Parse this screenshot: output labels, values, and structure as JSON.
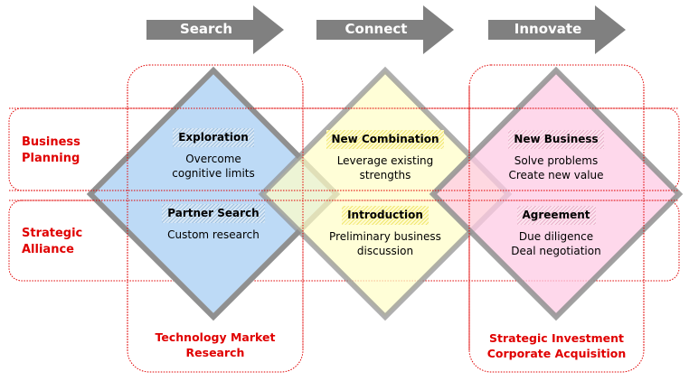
{
  "stages": [
    {
      "label": "Search"
    },
    {
      "label": "Connect"
    },
    {
      "label": "Innovate"
    }
  ],
  "rows": [
    {
      "label_line1": "Business",
      "label_line2": "Planning"
    },
    {
      "label_line1": "Strategic",
      "label_line2": "Alliance"
    }
  ],
  "diamonds": [
    {
      "color": "#bddaf6",
      "top": {
        "title": "Exploration",
        "desc_line1": "Overcome",
        "desc_line2": "cognitive limits"
      },
      "bottom": {
        "title": "Partner Search",
        "desc_line1": "Custom research",
        "desc_line2": ""
      }
    },
    {
      "color": "#fffdc8",
      "top": {
        "title": "New Combination",
        "desc_line1": "Leverage existing",
        "desc_line2": "strengths"
      },
      "bottom": {
        "title": "Introduction",
        "desc_line1": "Preliminary business",
        "desc_line2": "discussion"
      }
    },
    {
      "color": "#fdcbe4",
      "top": {
        "title": "New Business",
        "desc_line1": "Solve problems",
        "desc_line2": "Create new value"
      },
      "bottom": {
        "title": "Agreement",
        "desc_line1": "Due diligence",
        "desc_line2": "Deal negotiation"
      }
    }
  ],
  "outcomes": [
    {
      "line1": "Technology Market",
      "line2": "Research"
    },
    {
      "line1": "Strategic Investment",
      "line2": "Corporate Acquisition"
    }
  ],
  "colors": {
    "accent_red": "#e00000",
    "arrow_gray": "#808080",
    "diamond_border": "#909090"
  }
}
